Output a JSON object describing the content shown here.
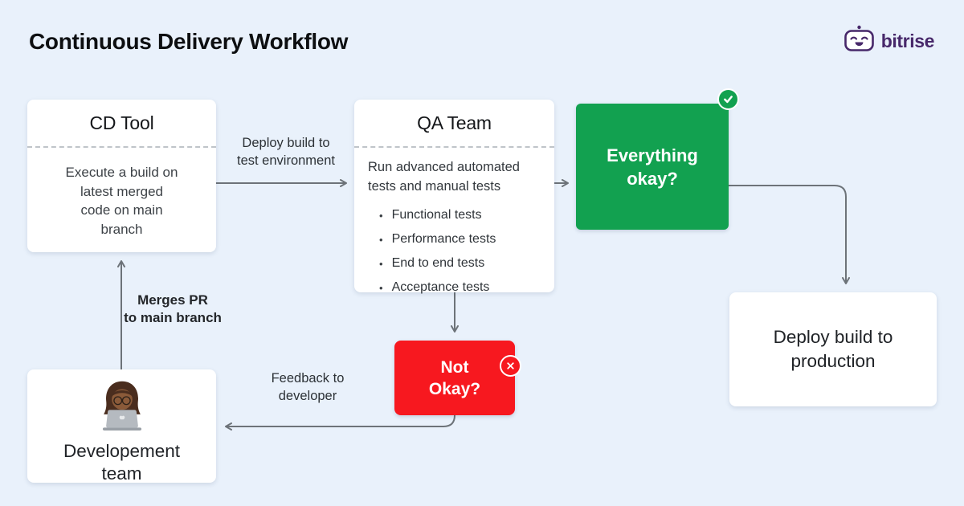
{
  "title": "Continuous Delivery Workflow",
  "brand": {
    "name": "bitrise",
    "icon": "bitrise-bot"
  },
  "colors": {
    "bg": "#e9f1fb",
    "card": "#ffffff",
    "green": "#12a150",
    "red": "#f7181f",
    "arrow": "#6d7379",
    "ink": "#17191c",
    "body-ink": "#3d4247",
    "brand-purple": "#47286a",
    "divider": "#bfc4c9"
  },
  "nodes": {
    "cd_tool": {
      "title": "CD Tool",
      "body": [
        "Execute a build on",
        "latest merged",
        "code on main",
        "branch"
      ]
    },
    "qa_team": {
      "title": "QA Team",
      "intro": [
        "Run advanced automated",
        "tests and manual tests"
      ],
      "bullet_glyph": "•",
      "bullets": [
        "Functional tests",
        "Performance tests",
        "End to end tests",
        "Acceptance tests"
      ]
    },
    "everything_okay": {
      "label": [
        "Everything",
        "okay?"
      ],
      "badge": "check-badge"
    },
    "not_okay": {
      "label": [
        "Not",
        "Okay?"
      ],
      "badge": "cross-badge"
    },
    "deploy_production": {
      "label": [
        "Deploy build to",
        "production"
      ]
    },
    "dev_team": {
      "label": [
        "Developement",
        "team"
      ],
      "emoji": "developer-behind-laptop"
    }
  },
  "edge_labels": {
    "deploy_test": [
      "Deploy build to",
      "test environment"
    ],
    "merges_pr": [
      "Merges PR",
      "to main branch"
    ],
    "feedback": [
      "Feedback to",
      "developer"
    ]
  }
}
